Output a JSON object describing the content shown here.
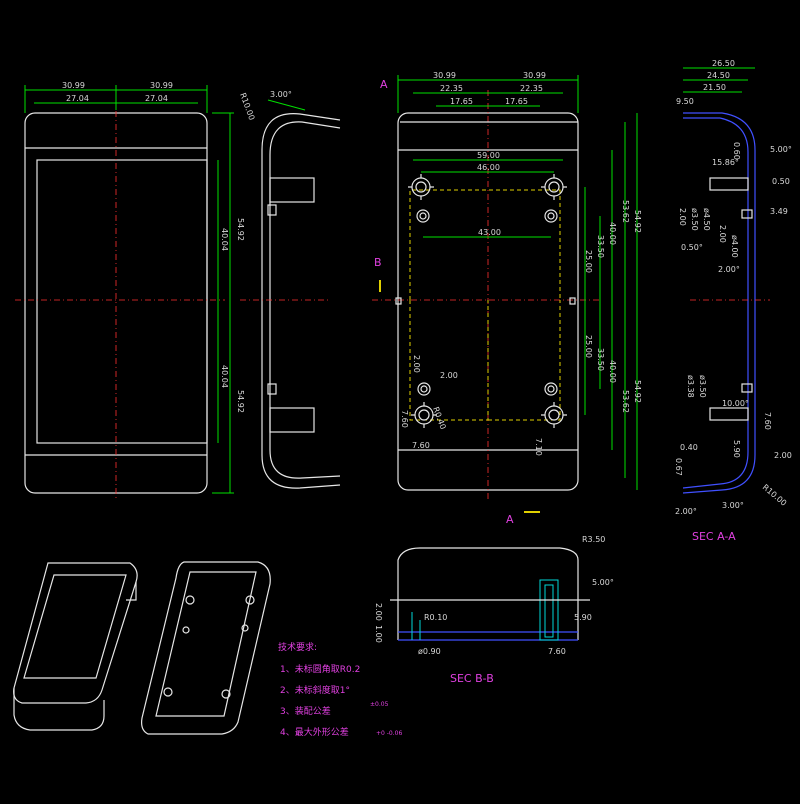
{
  "front_view": {
    "top_dims": [
      "30.99",
      "30.99",
      "27.04",
      "27.04"
    ],
    "right_dims": [
      "54.92",
      "40.04",
      "40.04",
      "54.92"
    ]
  },
  "side_view": {
    "angle": "3.00°",
    "radius": "R10.00"
  },
  "main_view": {
    "section_a": "A",
    "section_b": "B",
    "top_dims": [
      "30.99",
      "30.99",
      "22.35",
      "22.35",
      "17.65",
      "17.65",
      "59.00",
      "46.00"
    ],
    "inner_dims": [
      "43.00",
      "33.50",
      "25.00",
      "40.00",
      "25.00",
      "33.50",
      "40.00"
    ],
    "right_dims": [
      "53.62",
      "54.92",
      "53.62",
      "54.92"
    ],
    "boss_dims": [
      "2.00",
      "2.00",
      "7.60",
      "7.60",
      "R0.40",
      "7.10"
    ]
  },
  "sec_aa": {
    "label": "SEC A-A",
    "top_dims": [
      "26.50",
      "24.50",
      "21.50",
      "9.50"
    ],
    "dims": [
      "0.60",
      "5.00°",
      "15.86°",
      "0.50",
      "3.49",
      "2.00",
      "ø3.50",
      "ø4.50",
      "0.50°",
      "2.00",
      "ø4.00",
      "2.00°",
      "ø3.38",
      "ø3.50",
      "10.00°",
      "7.60",
      "0.40",
      "5.90",
      "2.00",
      "0.67",
      "3.00°",
      "2.00°",
      "R10.00"
    ]
  },
  "sec_bb": {
    "label": "SEC B-B",
    "dims": [
      "R3.50",
      "5.00°",
      "2.00",
      "1.00",
      "R0.10",
      "ø0.90",
      "5.90",
      "7.60"
    ]
  },
  "notes": {
    "title": "技术要求:",
    "items": [
      "1、未标圆角取R0.2",
      "2、未标斜度取1°",
      "3、装配公差",
      "4、最大外形公差"
    ],
    "tol_1": "±0.05",
    "tol_2": "+0\n-0.06"
  }
}
